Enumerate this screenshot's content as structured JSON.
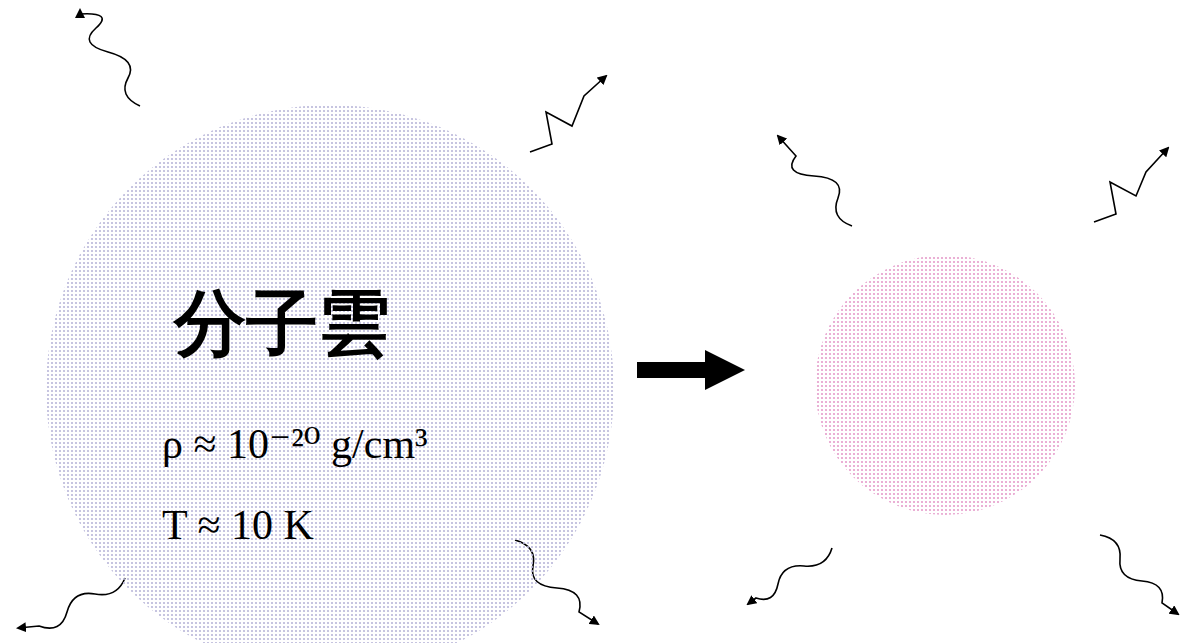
{
  "diagram": {
    "nodes": [
      {
        "text": [
          "分子雲",
          "ρ ≈ 10⁻²⁰ g/cm³",
          "T ≈ 10 K"
        ]
      }
    ]
  }
}
